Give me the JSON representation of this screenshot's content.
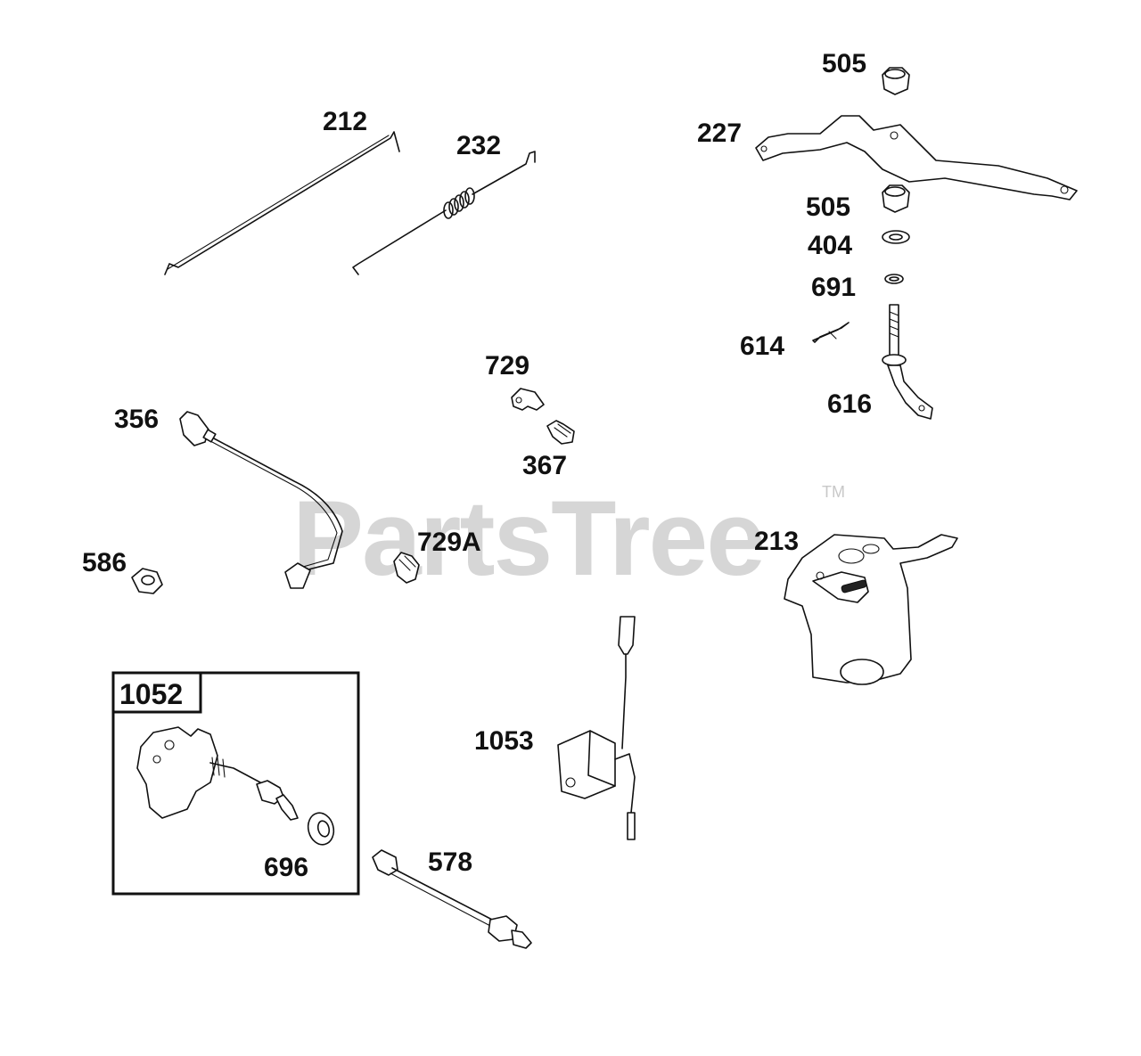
{
  "watermark": {
    "text": "PartsTree",
    "trademark": "TM"
  },
  "labels": {
    "p212": "212",
    "p232": "232",
    "p505_top": "505",
    "p227": "227",
    "p505_mid": "505",
    "p404": "404",
    "p691": "691",
    "p614": "614",
    "p616": "616",
    "p729": "729",
    "p367": "367",
    "p356": "356",
    "p586": "586",
    "p729A": "729A",
    "p213": "213",
    "p1053": "1053",
    "p696": "696",
    "p578": "578"
  },
  "kit": {
    "label": "1052"
  }
}
